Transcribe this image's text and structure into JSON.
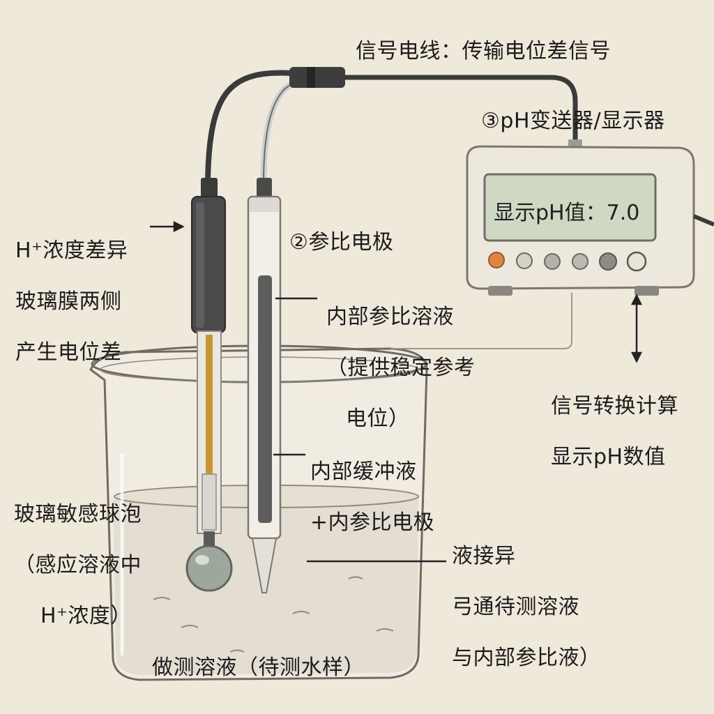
{
  "labels": {
    "cable": "信号电线：传输电位差信号",
    "transmitter_title": "③pH变送器/显示器",
    "display_reading": "显示pH值：7.0",
    "reference_electrode": "②参比电极",
    "potential_diff": [
      "H⁺浓度差异",
      "玻璃膜两侧",
      "产生电位差"
    ],
    "internal_reference_solution": [
      "内部参比溶液",
      "（提供稳定参考",
      "电位）"
    ],
    "signal_conversion": [
      "信号转换计算",
      "显示pH数值"
    ],
    "internal_buffer": [
      "内部缓冲液",
      "+内参比电极"
    ],
    "glass_bulb": [
      "玻璃敏感球泡",
      "（感应溶液中",
      "H⁺浓度）"
    ],
    "liquid_junction": [
      "液接异",
      "弓通待测溶液",
      "与内部参比液）"
    ],
    "test_solution": "做测溶液（待测水样）"
  },
  "colors": {
    "background": "#efe9dc",
    "screen": "#cfd8c2",
    "knob_orange": "#e0843e"
  }
}
